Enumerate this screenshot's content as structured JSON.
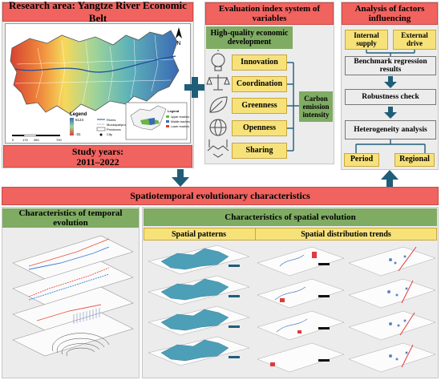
{
  "research_area": {
    "title": "Research area: Yangtze River Economic Belt",
    "map": {
      "legend_title": "Legend",
      "legend_high": "6124",
      "legend_low": "-31",
      "legend_items": [
        "Rivers",
        "Municipal/provincial cities",
        "Provinces",
        "City"
      ],
      "scale": [
        "0",
        "175",
        "350",
        "700"
      ],
      "north": "N",
      "inset_legend": [
        "Legend",
        "Upper reaches",
        "Middle reaches",
        "Lower reaches"
      ],
      "colors": {
        "high": "#3a69b5",
        "mid": "#8fd0b2",
        "low": "#d54231"
      }
    }
  },
  "study_years": {
    "line1": "Study years:",
    "line2": "2011–2022"
  },
  "evaluation": {
    "title": "Evaluation index system of variables",
    "subtitle": "High-quality economic development",
    "dimensions": [
      "Innovation",
      "Coordination",
      "Greenness",
      "Openness",
      "Sharing"
    ],
    "carbon": "Carbon emission intensity",
    "icons": [
      "lightbulb-icon",
      "balance-scale-icon",
      "leaf-icon",
      "globe-icon",
      "handshake-icon"
    ]
  },
  "analysis": {
    "title": "Analysis of factors influencing",
    "internal": "Internal supply",
    "external": "External drive",
    "benchmark": "Benchmark regression results",
    "robustness": "Robustness check",
    "heterogeneity": "Heterogeneity analysis",
    "period": "Period",
    "regional": "Regional"
  },
  "spatiotemporal": {
    "title": "Spatiotemporal evolutionary characteristics",
    "temporal": "Characteristics of temporal evolution",
    "spatial": "Characteristics of spatial evolution",
    "patterns": "Spatial patterns",
    "trends": "Spatial distribution trends"
  },
  "colors": {
    "red": "#f0635f",
    "green": "#7fab63",
    "yellow": "#f7e27a",
    "arrow": "#1f5e78",
    "panel": "#ececec"
  }
}
